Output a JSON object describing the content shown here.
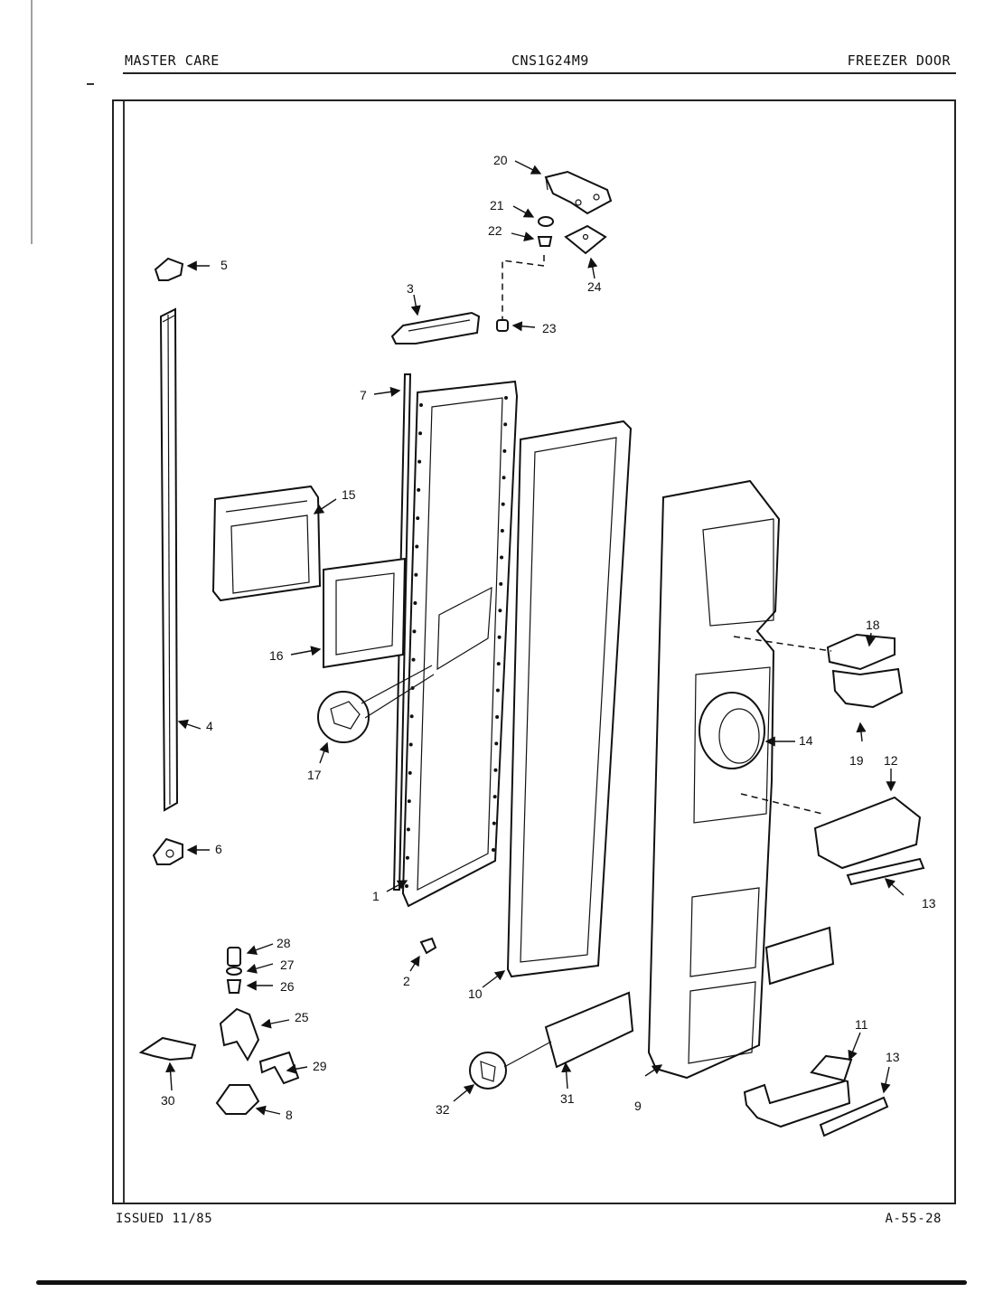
{
  "header": {
    "brand": "MASTER CARE",
    "model": "CNS1G24M9",
    "section": "FREEZER DOOR"
  },
  "footer": {
    "issued": "ISSUED 11/85",
    "page_code": "A-55-28"
  },
  "callouts": [
    "1",
    "2",
    "3",
    "4",
    "5",
    "6",
    "7",
    "8",
    "9",
    "10",
    "11",
    "12",
    "13",
    "14",
    "15",
    "16",
    "17",
    "18",
    "19",
    "20",
    "21",
    "22",
    "23",
    "24",
    "25",
    "26",
    "27",
    "28",
    "29",
    "30",
    "31",
    "32"
  ],
  "callout_13_second": "13"
}
